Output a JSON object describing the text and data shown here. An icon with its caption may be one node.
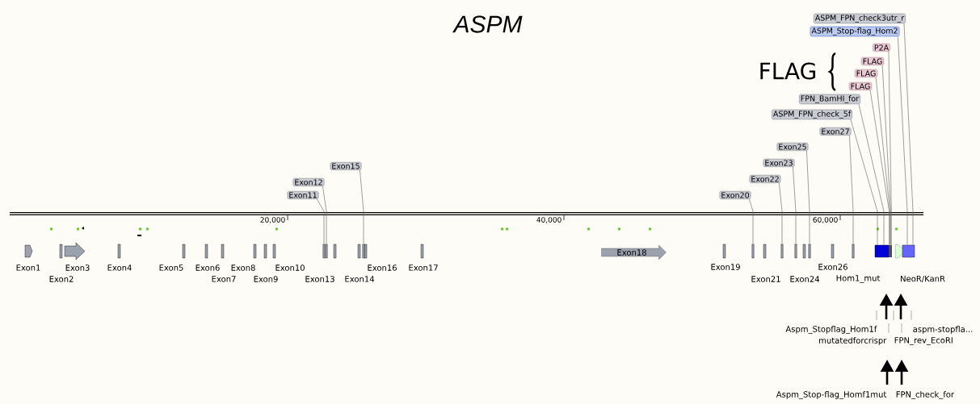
{
  "diagram": {
    "title": "ASPM",
    "nodes": [
      {
        "text": [
          "Exon11"
        ]
      },
      {
        "text": [
          "Exon12"
        ]
      },
      {
        "text": [
          "Exon15"
        ]
      },
      {
        "text": [
          "Exon20"
        ]
      },
      {
        "text": [
          "Exon22"
        ]
      },
      {
        "text": [
          "Exon23"
        ]
      },
      {
        "text": [
          "Exon25"
        ]
      },
      {
        "text": [
          "Exon27"
        ]
      },
      {
        "text": [
          "ASPM_FPN_check_5f"
        ]
      },
      {
        "text": [
          "FPN_BamHI_for"
        ]
      },
      {
        "text": [
          "FLAG"
        ]
      },
      {
        "text": [
          "FLAG"
        ]
      },
      {
        "text": [
          "FLAG"
        ]
      },
      {
        "text": [
          "P2A"
        ]
      },
      {
        "text": [
          "ASPM_Stop-flag_Hom2"
        ]
      },
      {
        "text": [
          "ASPM_FPN_check3utr_r"
        ]
      },
      {
        "text": [
          "Exon18"
        ]
      },
      {
        "text": [],
        "shape": "bar"
      },
      {
        "text": [],
        "shape": "bar"
      },
      {
        "text": [],
        "shape": "bar"
      },
      {
        "text": [],
        "shape": "bar"
      },
      {
        "text": [],
        "shape": "bar"
      },
      {
        "text": [],
        "shape": "bar"
      },
      {
        "text": [],
        "shape": "bar"
      },
      {
        "text": [],
        "shape": "bar"
      },
      {
        "text": [],
        "shape": "box"
      },
      {
        "text": [],
        "shape": "bar"
      },
      {
        "text": [],
        "shape": "arrow"
      },
      {
        "text": [],
        "shape": "box"
      }
    ],
    "edges": [
      {
        "from": 0,
        "to": 17,
        "arrow": "none"
      },
      {
        "from": 1,
        "to": 18,
        "arrow": "none"
      },
      {
        "from": 2,
        "to": 19,
        "arrow": "none"
      },
      {
        "from": 3,
        "to": 20,
        "arrow": "none"
      },
      {
        "from": 4,
        "to": 21,
        "arrow": "none"
      },
      {
        "from": 5,
        "to": 22,
        "arrow": "none"
      },
      {
        "from": 6,
        "to": 23,
        "arrow": "none"
      },
      {
        "from": 7,
        "to": 24,
        "arrow": "none"
      },
      {
        "from": 8,
        "to": 25,
        "arrow": "none"
      },
      {
        "from": 9,
        "to": 25,
        "arrow": "none"
      },
      {
        "from": 10,
        "to": 26,
        "arrow": "none"
      },
      {
        "from": 11,
        "to": 26,
        "arrow": "none"
      },
      {
        "from": 12,
        "to": 26,
        "arrow": "none"
      },
      {
        "from": 13,
        "to": 26,
        "arrow": "none"
      },
      {
        "from": 14,
        "to": 28,
        "arrow": "none"
      },
      {
        "from": 15,
        "to": 28,
        "arrow": "none"
      }
    ],
    "labels": [
      "FLAG",
      "20,000",
      "40,000",
      "60,000",
      "Exon1",
      "Exon3",
      "Exon4",
      "Exon5",
      "Exon6",
      "Exon8",
      "Exon10",
      "Exon16",
      "Exon17",
      "Exon19",
      "Exon26",
      "Exon2",
      "Exon7",
      "Exon9",
      "Exon13",
      "Exon14",
      "Exon21",
      "Exon24",
      "Hom1_mut",
      "NeoR/KanR",
      "Aspm_Stopflag_Hom1f",
      "aspm-stopfla...",
      "mutatedforcrispr",
      "FPN_rev_EcoRI",
      "Aspm_Stop-flag_Homf1mut",
      "FPN_check_for"
    ]
  }
}
